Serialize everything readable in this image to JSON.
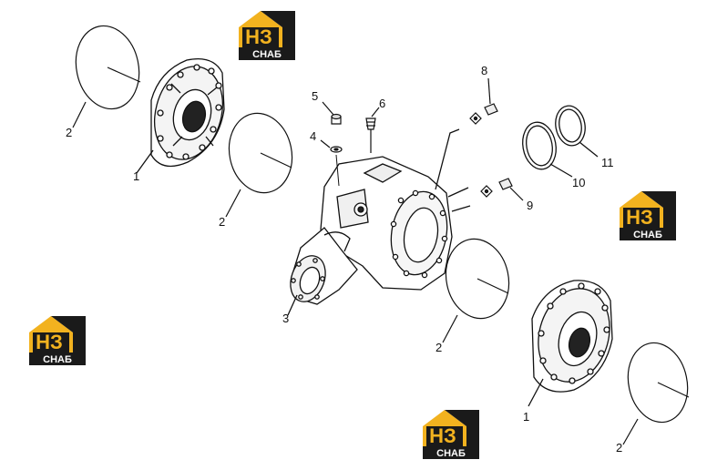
{
  "diagram": {
    "logo": {
      "top_text": "НЗ",
      "bottom_text": "СНАБ",
      "accent": "#f2b21f",
      "dark": "#1a1a1a"
    },
    "callouts": [
      {
        "id": "c2a",
        "label": "2"
      },
      {
        "id": "c1a",
        "label": "1"
      },
      {
        "id": "c2b",
        "label": "2"
      },
      {
        "id": "c5",
        "label": "5"
      },
      {
        "id": "c6",
        "label": "6"
      },
      {
        "id": "c4",
        "label": "4"
      },
      {
        "id": "c3",
        "label": "3"
      },
      {
        "id": "c8",
        "label": "8"
      },
      {
        "id": "c10",
        "label": "10"
      },
      {
        "id": "c11",
        "label": "11"
      },
      {
        "id": "c9",
        "label": "9"
      },
      {
        "id": "c2c",
        "label": "2"
      },
      {
        "id": "c1b",
        "label": "1"
      },
      {
        "id": "c2d",
        "label": "2"
      }
    ]
  }
}
